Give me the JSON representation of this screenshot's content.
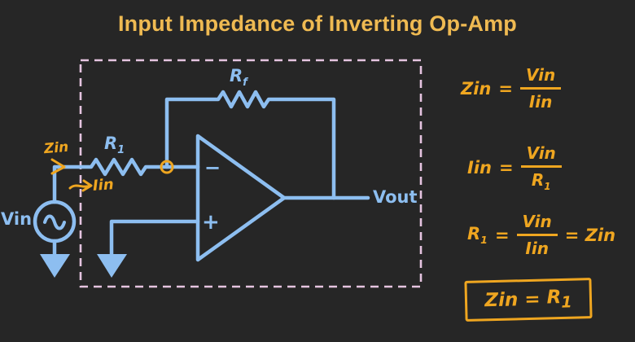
{
  "title": "Input Impedance of Inverting Op-Amp",
  "colors": {
    "background": "#262626",
    "title": "#EFBA52",
    "circuit_blue": "#8DBEF0",
    "annotation_orange": "#EFA620",
    "dashed_border_pink": "#E5C4E0"
  },
  "circuit": {
    "feedback_resistor": {
      "base": "R",
      "sub": "f"
    },
    "input_resistor": {
      "base": "R",
      "sub": "1"
    },
    "vin_label": "Vin",
    "vout_label": "Vout",
    "inverting_input_sign": "−",
    "noninverting_input_sign": "+",
    "zin_annotation": "Zin",
    "iin_annotation": "Iin"
  },
  "icons": {
    "ac_source": "sine-wave-circle",
    "ground": "filled-down-arrow",
    "impedance_arrow": "right-chevron",
    "current_arrow": "right-arrow",
    "node": "small-circle"
  },
  "equations": {
    "eq1": {
      "lhs": "Zin",
      "equals": "=",
      "num": "Vin",
      "den": "Iin"
    },
    "eq2": {
      "lhs": "Iin",
      "equals": "=",
      "num": "Vin",
      "den_base": "R",
      "den_sub": "1"
    },
    "eq3": {
      "lhs_base": "R",
      "lhs_sub": "1",
      "equals": "=",
      "num": "Vin",
      "den": "Iin",
      "rhs": "= Zin"
    },
    "result": {
      "lhs": "Zin",
      "equals": "=",
      "rhs_base": "R",
      "rhs_sub": "1"
    }
  }
}
